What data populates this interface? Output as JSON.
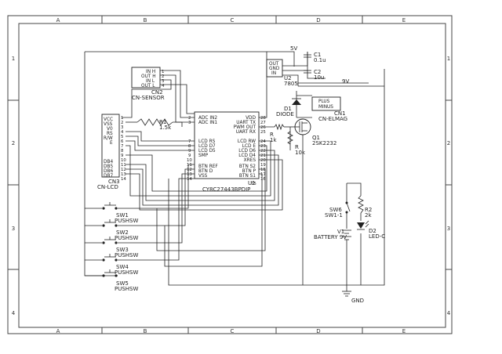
{
  "sheet": {
    "columns": [
      "A",
      "B",
      "C",
      "D",
      "E"
    ],
    "rows": [
      "1",
      "2",
      "3",
      "4"
    ]
  },
  "u1": {
    "ref": "U1",
    "part": "CY8C27443BPDIP",
    "left_pins": [
      {
        "n": "2",
        "name": "ADC IN2"
      },
      {
        "n": "3",
        "name": "ADC IN1"
      },
      {
        "n": "7",
        "name": "LCD RS"
      },
      {
        "n": "8",
        "name": "LCD D7"
      },
      {
        "n": "9",
        "name": "LCD D5"
      },
      {
        "n": "9",
        "name": "SMP"
      },
      {
        "n": "10",
        "name": ""
      },
      {
        "n": "11",
        "name": ""
      },
      {
        "n": "12",
        "name": "BTN REF"
      },
      {
        "n": "13",
        "name": "BTN D"
      },
      {
        "n": "14",
        "name": "VSS"
      }
    ],
    "right_pins": [
      {
        "n": "28",
        "name": "VDD"
      },
      {
        "n": "27",
        "name": "UART TX"
      },
      {
        "n": "26",
        "name": "PWM OUT"
      },
      {
        "n": "25",
        "name": "UART RX"
      },
      {
        "n": "24",
        "name": "LCD RW"
      },
      {
        "n": "23",
        "name": "LCD E"
      },
      {
        "n": "22",
        "name": "LCD D6"
      },
      {
        "n": "21",
        "name": "LCD D4"
      },
      {
        "n": "20",
        "name": "XRES"
      },
      {
        "n": "19",
        "name": ""
      },
      {
        "n": "18",
        "name": "BTN S2"
      },
      {
        "n": "17",
        "name": "BTN P"
      },
      {
        "n": "16",
        "name": "BTN S1"
      },
      {
        "n": "15",
        "name": ""
      }
    ]
  },
  "cn2": {
    "ref": "CN2",
    "name": "CN-SENSOR",
    "pins": [
      {
        "n": "1",
        "name": "IN H"
      },
      {
        "n": "2",
        "name": "OUT H"
      },
      {
        "n": "3",
        "name": "IN L"
      },
      {
        "n": "4",
        "name": "OUT L"
      }
    ]
  },
  "cn3": {
    "ref": "CN3",
    "name": "CN-LCD",
    "pins": [
      {
        "n": "1",
        "name": "VCC"
      },
      {
        "n": "2",
        "name": "VSS"
      },
      {
        "n": "3",
        "name": "V0"
      },
      {
        "n": "4",
        "name": "RS"
      },
      {
        "n": "5",
        "name": "R/W"
      },
      {
        "n": "6",
        "name": "E"
      },
      {
        "n": "7",
        "name": ""
      },
      {
        "n": "8",
        "name": ""
      },
      {
        "n": "9",
        "name": ""
      },
      {
        "n": "10",
        "name": ""
      },
      {
        "n": "11",
        "name": "DB4"
      },
      {
        "n": "12",
        "name": "DB5"
      },
      {
        "n": "13",
        "name": "DB6"
      },
      {
        "n": "14",
        "name": "DB7"
      }
    ]
  },
  "u2": {
    "ref": "U2",
    "part": "7805",
    "pins": [
      "OUT",
      "GND",
      "IN"
    ]
  },
  "cn1": {
    "ref": "CN1",
    "name": "CN-ELMAG",
    "pins": [
      "PLUS",
      "MINUS"
    ]
  },
  "caps": [
    {
      "ref": "C1",
      "value": "0.1u"
    },
    {
      "ref": "C2",
      "value": "10u"
    }
  ],
  "rails": {
    "v5": "5V",
    "v9": "9V",
    "gnd": "GND"
  },
  "d1": {
    "ref": "D1",
    "name": "DIODE"
  },
  "q1": {
    "ref": "Q1",
    "part": "2SK2232"
  },
  "r1": {
    "ref": "R1",
    "value": "1.5k"
  },
  "r_gate": {
    "ref": "R",
    "value": "1k"
  },
  "r_pull": {
    "ref": "R",
    "value": "10k"
  },
  "r2": {
    "ref": "R2",
    "value": "2k"
  },
  "d2": {
    "ref": "D2",
    "name": "LED-C"
  },
  "sw6": {
    "ref": "SW6",
    "name": "SW1-1"
  },
  "v1": {
    "ref": "V1",
    "name": "BATTERY 9V"
  },
  "switches": [
    {
      "ref": "SW1",
      "name": "PUSHSW"
    },
    {
      "ref": "SW2",
      "name": "PUSHSW"
    },
    {
      "ref": "SW3",
      "name": "PUSHSW"
    },
    {
      "ref": "SW4",
      "name": "PUSHSW"
    },
    {
      "ref": "SW5",
      "name": "PUSHSW"
    }
  ]
}
